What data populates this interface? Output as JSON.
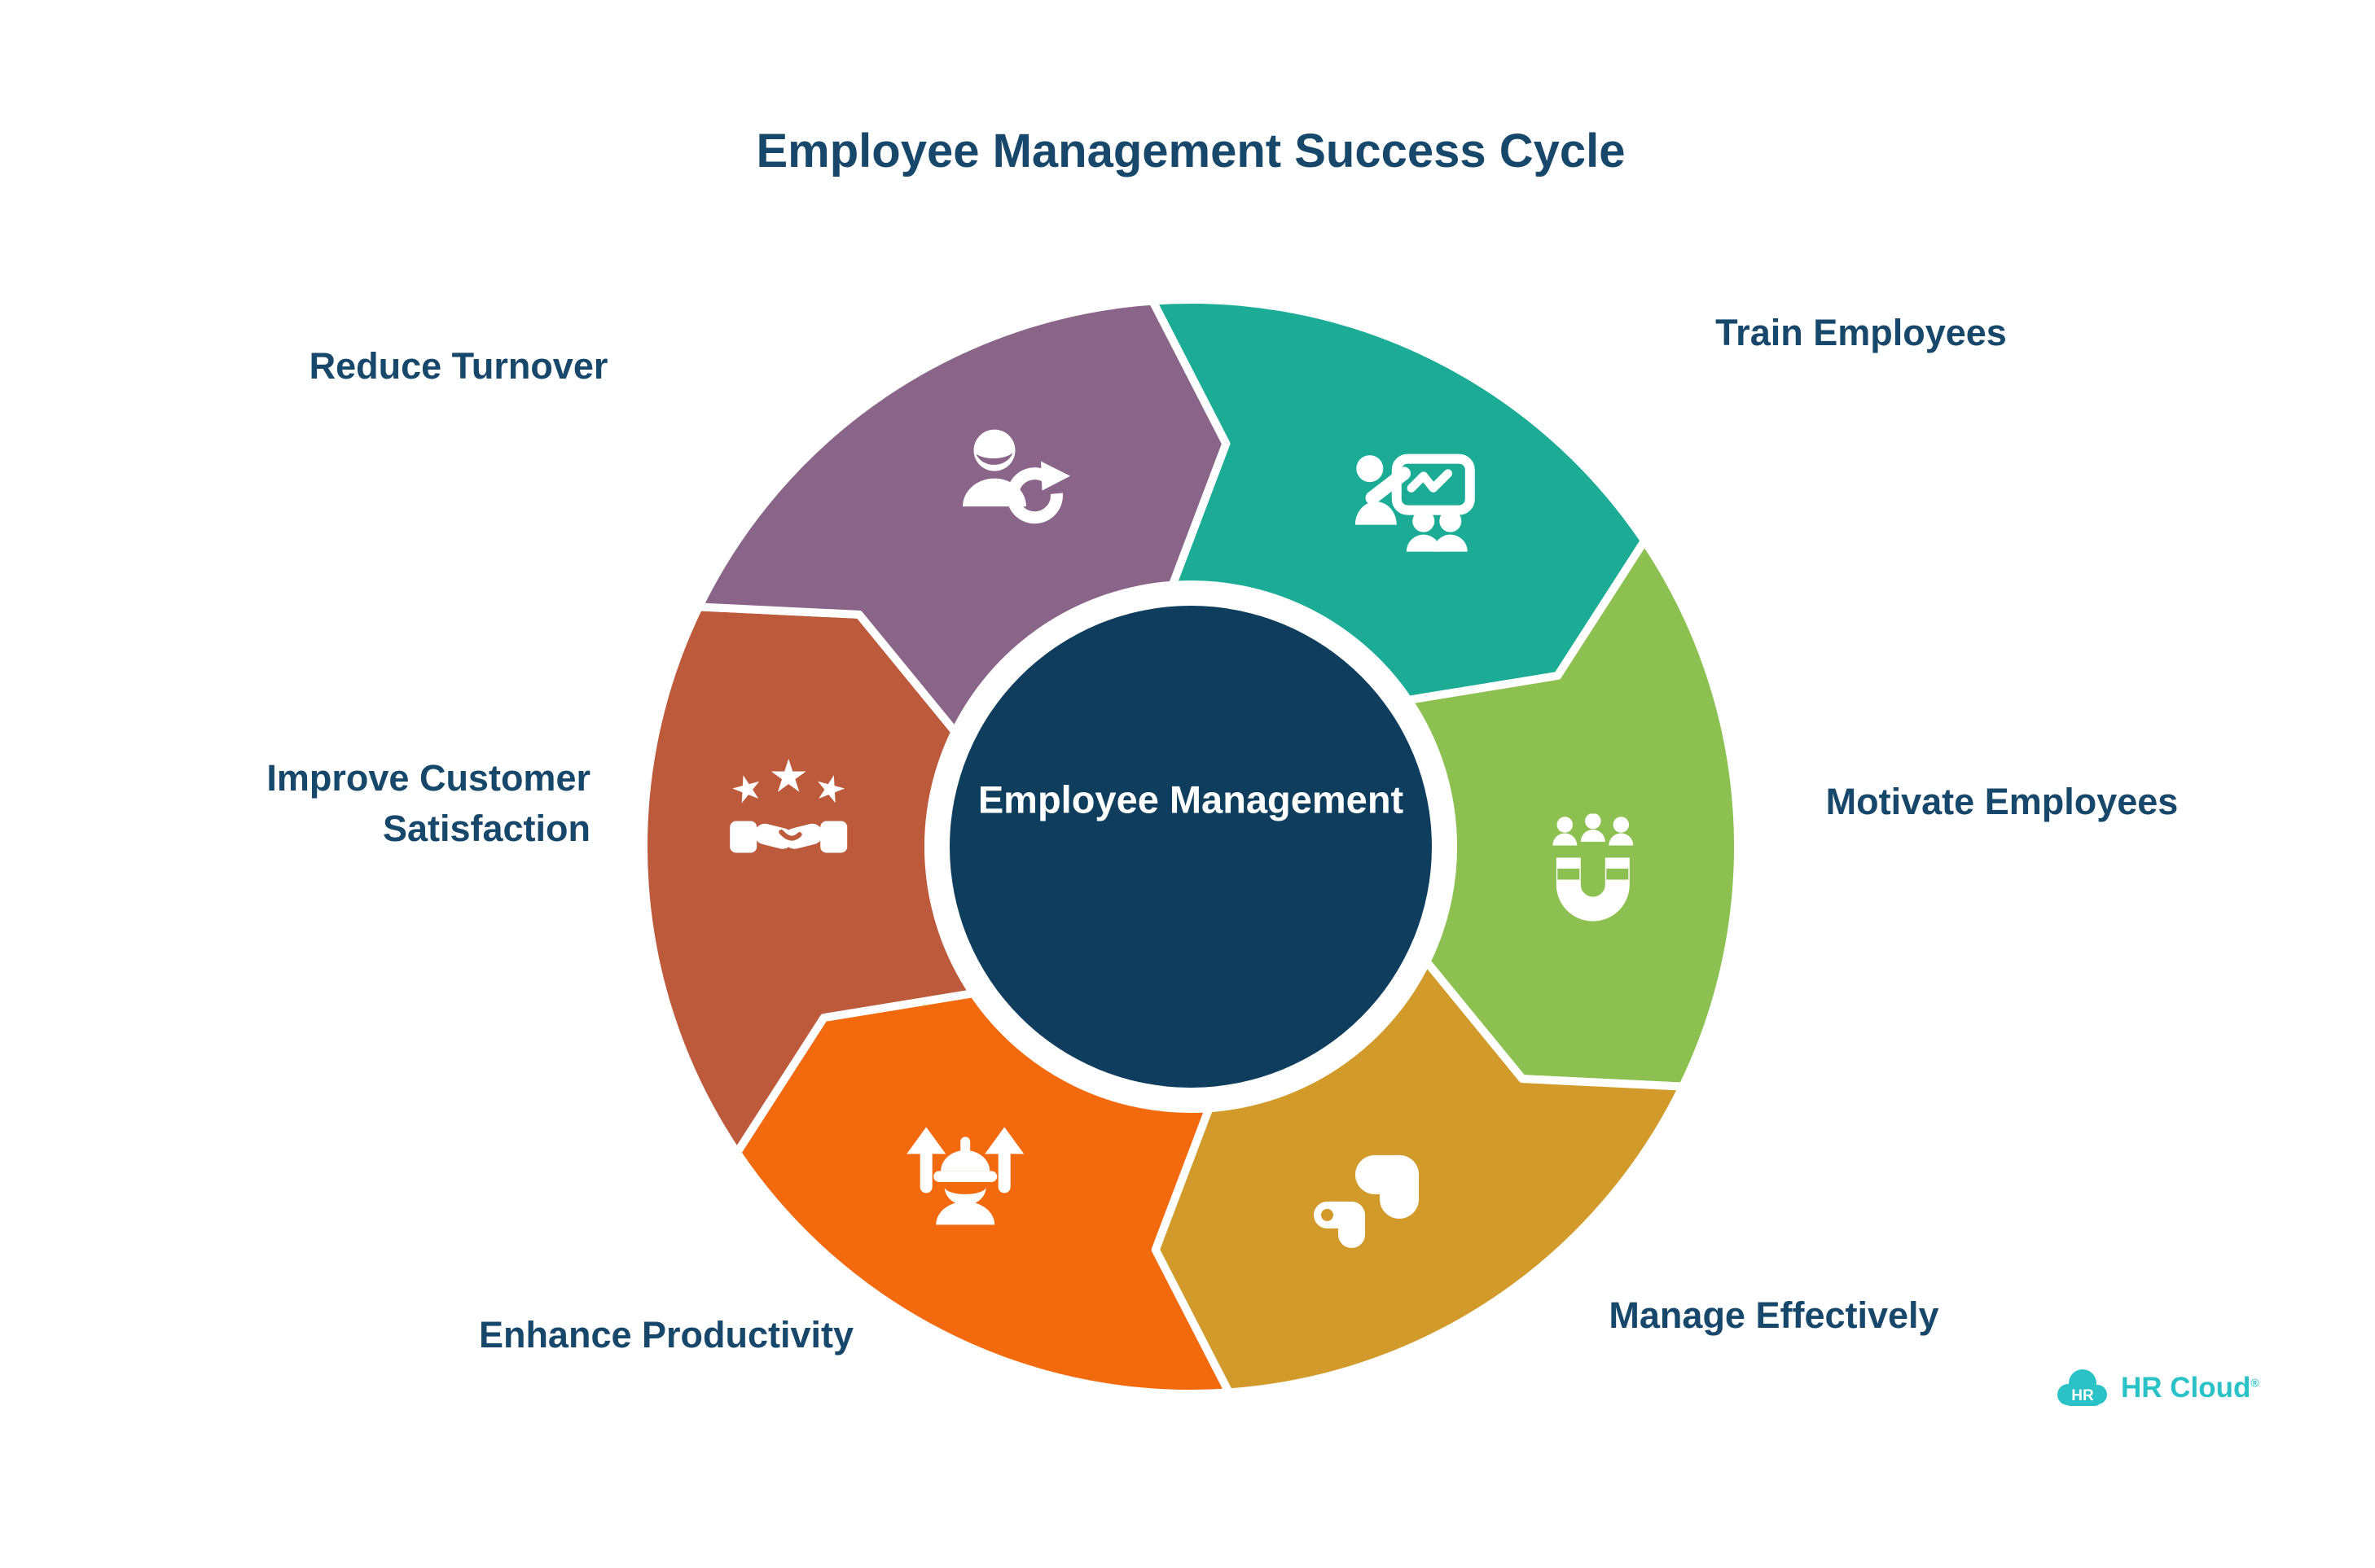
{
  "title": "Employee Management Success Cycle",
  "center": {
    "label": "Employee Management"
  },
  "palette": {
    "background": "#FFFFFF",
    "center_circle": "#0F3D5D",
    "ring": "#FFFFFF",
    "text": "#17476B",
    "logo_teal": "#2BC2C7"
  },
  "segments": [
    {
      "id": "train-employees",
      "label": "Train Employees",
      "color": "#1CAC96",
      "icon": "training-presentation-icon"
    },
    {
      "id": "motivate-employees",
      "label": "Motivate Employees",
      "color": "#8CC152",
      "icon": "magnet-attract-icon"
    },
    {
      "id": "manage-effectively",
      "label": "Manage Effectively",
      "color": "#D29A2B",
      "icon": "manage-arrows-icon"
    },
    {
      "id": "enhance-productivity",
      "label": "Enhance Productivity",
      "color": "#F2690E",
      "icon": "productivity-worker-icon"
    },
    {
      "id": "improve-customer-satisfaction",
      "label": "Improve Customer Satisfaction",
      "color": "#BD5A3B",
      "icon": "handshake-stars-icon"
    },
    {
      "id": "reduce-turnover",
      "label": "Reduce Turnover",
      "color": "#8A6489",
      "icon": "person-refresh-icon"
    }
  ],
  "logo": {
    "monogram": "HR",
    "brand": "HR Cloud",
    "registered": "®"
  }
}
